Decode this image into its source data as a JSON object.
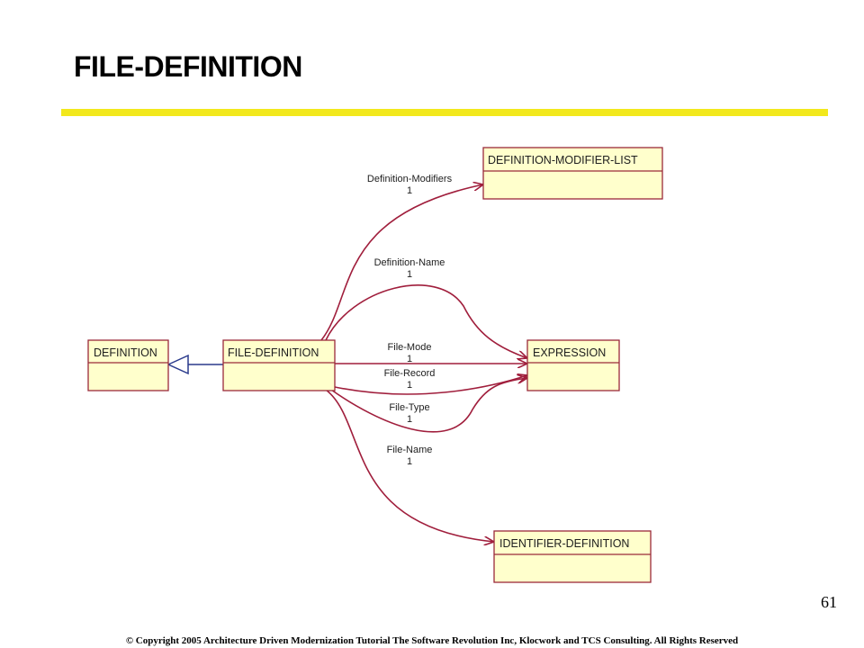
{
  "slide": {
    "title": "FILE-DEFINITION",
    "page_number": "61",
    "copyright": "© Copyright 2005 Architecture Driven Modernization Tutorial The Software Revolution Inc, Klocwork and TCS Consulting. All Rights Reserved"
  },
  "colors": {
    "title_rule": "#f2e81c",
    "class_fill": "#ffffcc",
    "class_border": "#9a2a3a",
    "association": "#a01e3c",
    "generalization": "#2a3a8c"
  },
  "diagram": {
    "classes": {
      "definition": "DEFINITION",
      "file_definition": "FILE-DEFINITION",
      "definition_modifier_list": "DEFINITION-MODIFIER-LIST",
      "expression": "EXPRESSION",
      "identifier_definition": "IDENTIFIER-DEFINITION"
    },
    "associations": {
      "definition_modifiers": {
        "role": "Definition-Modifiers",
        "multiplicity": "1"
      },
      "definition_name": {
        "role": "Definition-Name",
        "multiplicity": "1"
      },
      "file_mode": {
        "role": "File-Mode",
        "multiplicity": "1"
      },
      "file_record": {
        "role": "File-Record",
        "multiplicity": "1"
      },
      "file_type": {
        "role": "File-Type",
        "multiplicity": "1"
      },
      "file_name": {
        "role": "File-Name",
        "multiplicity": "1"
      }
    }
  }
}
